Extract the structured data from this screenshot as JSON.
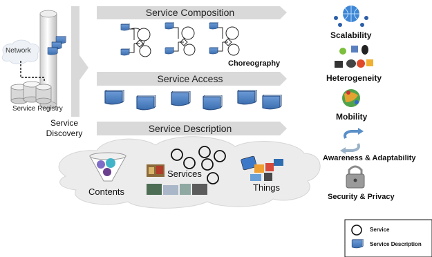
{
  "left": {
    "network_label": "Network",
    "registry_label": "Service Registry",
    "discovery_label": "Service Discovery"
  },
  "layers": {
    "composition": "Service Composition",
    "choreography": "Choreography",
    "access": "Service Access",
    "description": "Service Description"
  },
  "cloud": {
    "contents": "Contents",
    "services": "Services",
    "things": "Things"
  },
  "properties": [
    {
      "label": "Scalability",
      "icon": "globe-network-icon"
    },
    {
      "label": "Heterogeneity",
      "icon": "os-logos-icon"
    },
    {
      "label": "Mobility",
      "icon": "mobility-globe-icon"
    },
    {
      "label": "Awareness & Adaptability",
      "icon": "cycle-arrows-icon"
    },
    {
      "label": "Security & Privacy",
      "icon": "padlock-icon"
    }
  ],
  "legend": {
    "service": "Service",
    "service_description": "Service Description"
  },
  "colors": {
    "band": "#d9d9d9",
    "doc_blue": "#4a7fc1",
    "doc_edge": "#2a4f85",
    "cloud": "#ececec"
  }
}
